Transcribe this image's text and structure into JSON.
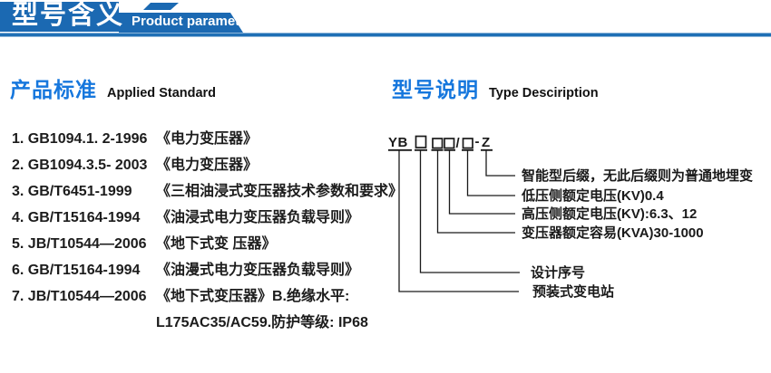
{
  "header": {
    "title_cn": "型号含义",
    "title_en": "Product parameters"
  },
  "colors": {
    "header_blue": "#1b69b2",
    "accent_blue": "#1677dd",
    "text_dark": "#1c1c1c"
  },
  "applied_standard": {
    "heading_cn": "产品标准",
    "heading_en": "Applied Standard",
    "standards": [
      {
        "code": "1. GB1094.1. 2-1996",
        "title": "《电力变压器》"
      },
      {
        "code": "2. GB1094.3.5- 2003",
        "title": "《电力变压器》"
      },
      {
        "code": "3. GB/T6451-1999",
        "title": "《三相油浸式变压器技术参数和要求》"
      },
      {
        "code": "4. GB/T15164-1994",
        "title": "《油浸式电力变压器负载导则》"
      },
      {
        "code": "5. JB/T10544—2006",
        "title": "《地下式变 压器》"
      },
      {
        "code": "6. GB/T15164-1994",
        "title": "《油漫式电力变压器负载导则》"
      },
      {
        "code": "7. JB/T10544—2006",
        "title": "《地下式变压器》B.绝缘水平:"
      },
      {
        "code": "",
        "title": "L175AC35/AC59.防护等级: IP68"
      }
    ]
  },
  "type_description": {
    "heading_cn": "型号说明",
    "heading_en": "Type Desciription",
    "model": {
      "prefix": "YB",
      "slash": "/",
      "dash": "-",
      "suffix": "Z"
    },
    "labels": [
      "智能型后缀，无此后缀则为普通地埋变",
      "低压侧额定电压(KV)0.4",
      "高压侧额定电压(KV):6.3、12",
      "变压器额定容易(KVA)30-1000",
      "设计序号",
      "预装式变电站"
    ]
  }
}
